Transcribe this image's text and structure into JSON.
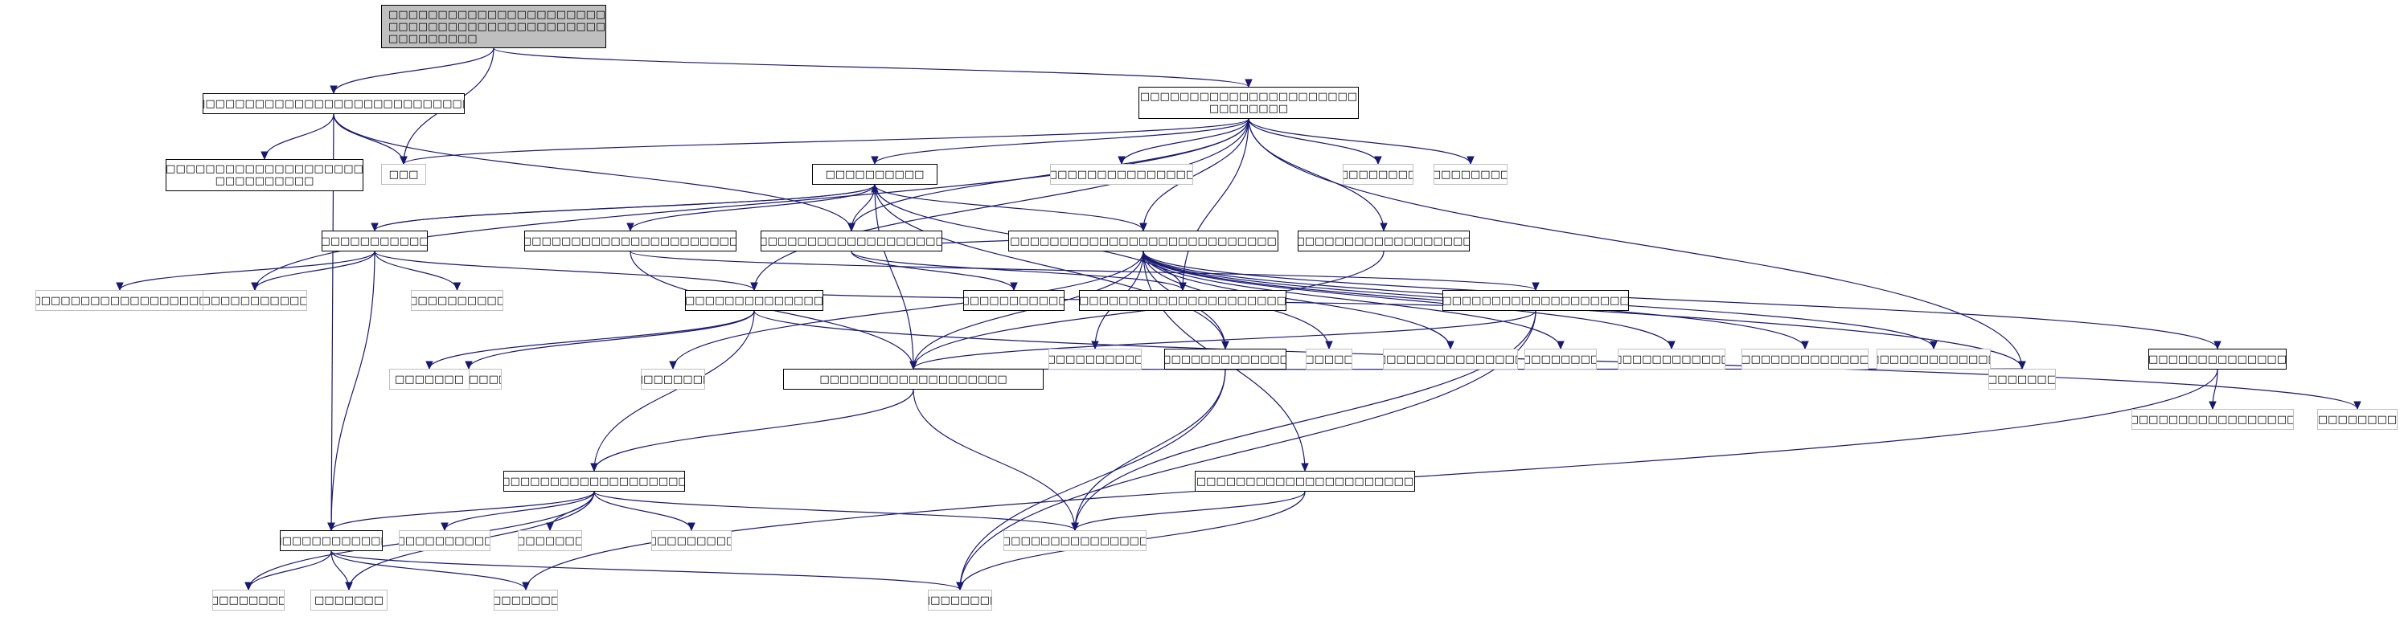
{
  "graph": {
    "colors": {
      "edge": "#191970",
      "solid_border": "#000000",
      "external_border": "#bfbfbf",
      "root_fill": "#bfbfbf"
    },
    "nodes": [
      {
        "id": "n0",
        "label": "□□□□□□□□□□□□□□□□□□□□□□□□□□□\n□□□□□□□□□□□□□□□□□□□□□□□□□□□□□□□□□□□□□□□\n□□□□□□□□□",
        "style": "root"
      },
      {
        "id": "n1",
        "label": "□□□□□□□□□□□□□□□□□□□□□□□□□□□□□□□□□□□□□□□□□□□□□□□□",
        "style": "solid"
      },
      {
        "id": "n2",
        "label": "□□□□□□□□□□□□□□□□□□□□□□□□□□□□□□□□□□□□\n□□□□□□□□",
        "style": "solid"
      },
      {
        "id": "n3",
        "label": "□□□",
        "style": "ext"
      },
      {
        "id": "n4",
        "label": "□□□□□□□□□□□□□□□□□□□□□□□□□□□□□□\n□□□□□□□□□□",
        "style": "solid"
      },
      {
        "id": "n5",
        "label": "□□□□□□□□□□",
        "style": "solid"
      },
      {
        "id": "n6",
        "label": "□□□□□□□□□□□□□□□□□□□□□□□",
        "style": "ext"
      },
      {
        "id": "n7",
        "label": "□□□□□□□□",
        "style": "ext"
      },
      {
        "id": "n8",
        "label": "□□□□□□□□",
        "style": "ext"
      },
      {
        "id": "n9",
        "label": "□□□□□□□□□□□□□",
        "style": "solid"
      },
      {
        "id": "n10",
        "label": "□□□□□□□□□□□□□□□□□□□□□□□□□□□□□□□□□□□□",
        "style": "solid"
      },
      {
        "id": "n11",
        "label": "□□□□□□□□□□□□□□□□□□□□□□□□□□□□□□□□□",
        "style": "solid"
      },
      {
        "id": "n12",
        "label": "□□□□□□□□□□□□□□□□□□□□□□□□□□□□□□□□□□□□□□□",
        "style": "solid"
      },
      {
        "id": "n13",
        "label": "□□□□□□□□□□□□□□□□□□□□",
        "style": "solid"
      },
      {
        "id": "n14",
        "label": "□□□□□□□□□□□□□□□□□□□□□□",
        "style": "ext"
      },
      {
        "id": "n15",
        "label": "□□□□□□□□□□□□□",
        "style": "ext"
      },
      {
        "id": "n16",
        "label": "□□□□□□□□□□",
        "style": "ext"
      },
      {
        "id": "n17",
        "label": "□□□□□□□□□□□□□□□□□□□□",
        "style": "solid"
      },
      {
        "id": "n18",
        "label": "□□□□□□□□□□□",
        "style": "solid"
      },
      {
        "id": "n19",
        "label": "□□□□□□□□□□□□□□□□□□□□□□□□□□□□□□□□□",
        "style": "solid"
      },
      {
        "id": "n20",
        "label": "□□□□□□□□□□□□□□□□□□□□□□□□□□□□□□□",
        "style": "solid"
      },
      {
        "id": "n21",
        "label": "□□□□□□□□□□□□□□□□□□□□□□□□□□□□□□□",
        "style": "solid"
      },
      {
        "id": "n22",
        "label": "□□□□□□□□□□□□",
        "style": "ext"
      },
      {
        "id": "n23",
        "label": "□□□□□□□□□□□□□□□□□□□",
        "style": "solid"
      },
      {
        "id": "n24",
        "label": "□□□□□",
        "style": "ext"
      },
      {
        "id": "n25",
        "label": "□□□□□□□□□□□□□□□□□",
        "style": "ext"
      },
      {
        "id": "n26",
        "label": "□□□□□□□□",
        "style": "ext"
      },
      {
        "id": "n27",
        "label": "□□□□□□□□□□□□□□",
        "style": "ext"
      },
      {
        "id": "n28",
        "label": "□□□□□□□□□□□□□□□",
        "style": "ext"
      },
      {
        "id": "n29",
        "label": "□□□□□□□□□□□□□□□",
        "style": "ext"
      },
      {
        "id": "n30",
        "label": "□□□□□□□□□□□□□□□□□□□",
        "style": "solid"
      },
      {
        "id": "n31",
        "label": "□□□□□□□□",
        "style": "ext"
      },
      {
        "id": "n32",
        "label": "□□□□□□□□",
        "style": "ext"
      },
      {
        "id": "n33",
        "label": "□□□□□□□",
        "style": "ext"
      },
      {
        "id": "n34",
        "label": "□□□□□□□□□□□□□□□□□□□□□□□□□□□□□□□□□□□□□□□□□□",
        "style": "solid"
      },
      {
        "id": "n35",
        "label": "□□□□□□□",
        "style": "ext"
      },
      {
        "id": "n36",
        "label": "□□□□□□□□□□□□□□□□□□□□□□□",
        "style": "ext"
      },
      {
        "id": "n37",
        "label": "□□□□□□□□",
        "style": "ext"
      },
      {
        "id": "n38",
        "label": "□□□□□□□□□□□□□□□□□□□□□□□□□□□□□□□□",
        "style": "solid"
      },
      {
        "id": "n39",
        "label": "□□□□□□□□□□□□□□□□□□□□□□□□□□□□□□□□□□□",
        "style": "solid"
      },
      {
        "id": "n40",
        "label": "□□□□□□□□□□□□",
        "style": "solid"
      },
      {
        "id": "n41",
        "label": "□□□□□□□□□□□□",
        "style": "ext"
      },
      {
        "id": "n42",
        "label": "□□□□□□□",
        "style": "ext"
      },
      {
        "id": "n43",
        "label": "□□□□□□□□□□□",
        "style": "ext"
      },
      {
        "id": "n44",
        "label": "□□□□□□□□□□□□□□□□□□□",
        "style": "ext"
      },
      {
        "id": "n45",
        "label": "□□□□□□□□",
        "style": "ext"
      },
      {
        "id": "n46",
        "label": "□□□□□□□□",
        "style": "ext"
      },
      {
        "id": "n47",
        "label": "□□□□□□□",
        "style": "ext"
      },
      {
        "id": "n48",
        "label": "□□□□□□□",
        "style": "ext"
      }
    ],
    "edges": [
      [
        "n0",
        "n1"
      ],
      [
        "n0",
        "n3"
      ],
      [
        "n0",
        "n2"
      ],
      [
        "n1",
        "n3"
      ],
      [
        "n1",
        "n4"
      ],
      [
        "n1",
        "n11"
      ],
      [
        "n1",
        "n40"
      ],
      [
        "n2",
        "n3"
      ],
      [
        "n2",
        "n5"
      ],
      [
        "n2",
        "n6"
      ],
      [
        "n2",
        "n7"
      ],
      [
        "n2",
        "n8"
      ],
      [
        "n2",
        "n11"
      ],
      [
        "n2",
        "n12"
      ],
      [
        "n2",
        "n13"
      ],
      [
        "n2",
        "n15"
      ],
      [
        "n2",
        "n19"
      ],
      [
        "n2",
        "n33"
      ],
      [
        "n2",
        "n17"
      ],
      [
        "n5",
        "n9"
      ],
      [
        "n5",
        "n10"
      ],
      [
        "n5",
        "n11"
      ],
      [
        "n5",
        "n12"
      ],
      [
        "n5",
        "n19"
      ],
      [
        "n5",
        "n23"
      ],
      [
        "n5",
        "n30"
      ],
      [
        "n9",
        "n5"
      ],
      [
        "n9",
        "n14"
      ],
      [
        "n9",
        "n15"
      ],
      [
        "n9",
        "n16"
      ],
      [
        "n9",
        "n17"
      ],
      [
        "n9",
        "n40"
      ],
      [
        "n10",
        "n20"
      ],
      [
        "n10",
        "n30"
      ],
      [
        "n11",
        "n18"
      ],
      [
        "n11",
        "n19"
      ],
      [
        "n11",
        "n12"
      ],
      [
        "n12",
        "n22"
      ],
      [
        "n12",
        "n23"
      ],
      [
        "n12",
        "n24"
      ],
      [
        "n12",
        "n25"
      ],
      [
        "n12",
        "n26"
      ],
      [
        "n12",
        "n27"
      ],
      [
        "n12",
        "n28"
      ],
      [
        "n12",
        "n29"
      ],
      [
        "n12",
        "n30"
      ],
      [
        "n12",
        "n31"
      ],
      [
        "n12",
        "n33"
      ],
      [
        "n12",
        "n34"
      ],
      [
        "n12",
        "n38"
      ],
      [
        "n13",
        "n30"
      ],
      [
        "n20",
        "n17"
      ],
      [
        "n20",
        "n30"
      ],
      [
        "n20",
        "n45"
      ],
      [
        "n20",
        "n44"
      ],
      [
        "n17",
        "n32"
      ],
      [
        "n17",
        "n35"
      ],
      [
        "n17",
        "n37"
      ],
      [
        "n17",
        "n39"
      ],
      [
        "n23",
        "n30"
      ],
      [
        "n23",
        "n33"
      ],
      [
        "n23",
        "n44"
      ],
      [
        "n23",
        "n45"
      ],
      [
        "n30",
        "n39"
      ],
      [
        "n30",
        "n44"
      ],
      [
        "n34",
        "n36"
      ],
      [
        "n34",
        "n48"
      ],
      [
        "n38",
        "n44"
      ],
      [
        "n38",
        "n45"
      ],
      [
        "n39",
        "n40"
      ],
      [
        "n39",
        "n41"
      ],
      [
        "n39",
        "n42"
      ],
      [
        "n39",
        "n43"
      ],
      [
        "n39",
        "n44"
      ],
      [
        "n39",
        "n46"
      ],
      [
        "n39",
        "n47"
      ],
      [
        "n40",
        "n45"
      ],
      [
        "n40",
        "n46"
      ],
      [
        "n40",
        "n47"
      ],
      [
        "n40",
        "n48"
      ]
    ]
  }
}
